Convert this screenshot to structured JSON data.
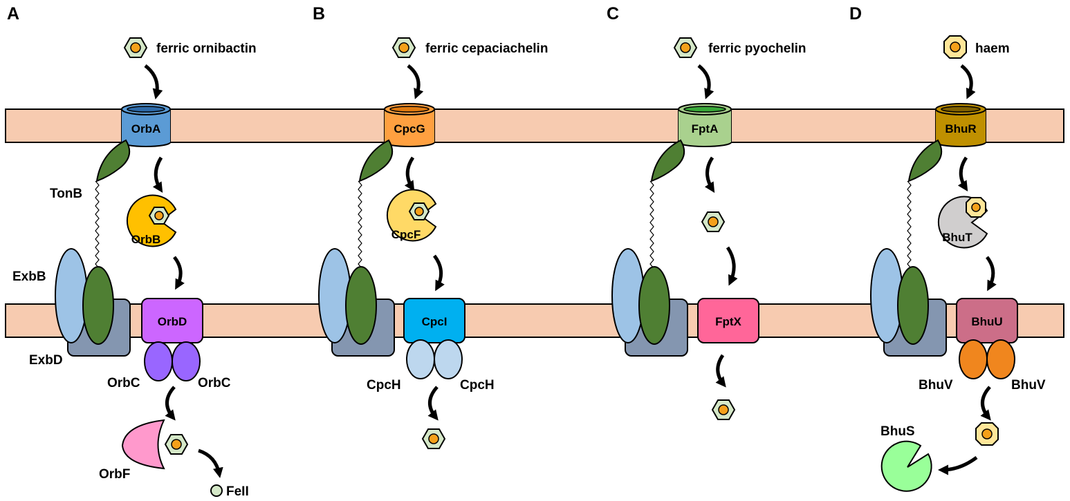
{
  "panels": [
    {
      "letter": "A",
      "substrate": "ferric ornibactin",
      "outer_receptor": "OrbA",
      "tonb": "TonB",
      "exbb": "ExbB",
      "exbd": "ExbD",
      "periplasmic": "OrbB",
      "inner_permease": "OrbD",
      "atpase_left": "OrbC",
      "atpase_right": "OrbC",
      "cytoplasmic": "OrbF",
      "product": "FeII"
    },
    {
      "letter": "B",
      "substrate": "ferric cepaciachelin",
      "outer_receptor": "CpcG",
      "periplasmic": "CpcF",
      "inner_permease": "CpcI",
      "atpase_left": "CpcH",
      "atpase_right": "CpcH"
    },
    {
      "letter": "C",
      "substrate": "ferric pyochelin",
      "outer_receptor": "FptA",
      "inner_permease": "FptX"
    },
    {
      "letter": "D",
      "substrate": "haem",
      "outer_receptor": "BhuR",
      "periplasmic": "BhuT",
      "inner_permease": "BhuU",
      "atpase_left": "BhuV",
      "atpase_right": "BhuV",
      "cytoplasmic": "BhuS"
    }
  ],
  "colors": {
    "membrane": "#f7cbb0",
    "tonb": "#4f7f33",
    "exbb": "#9dc3e6",
    "exbd": "#8496b0",
    "siderophore_fill": "#d5e8c8",
    "haem_fill": "#ffe699",
    "iron_core": "#f5a01a",
    "OrbA": "#5b9bd5",
    "CpcG": "#ffa040",
    "FptA": "#a9d18e",
    "BhuR": "#bf9000",
    "OrbB": "#ffc000",
    "CpcF": "#ffd966",
    "BhuT": "#d0cece",
    "OrbD": "#cc66ff",
    "CpcI": "#00b0f0",
    "FptX": "#ff6699",
    "BhuU": "#cc6e88",
    "OrbC": "#9966ff",
    "CpcH": "#bdd7ee",
    "BhuV": "#f0861e",
    "OrbF": "#ff99cc",
    "BhuS": "#99ff99",
    "FeII": "#d5e8c8"
  }
}
